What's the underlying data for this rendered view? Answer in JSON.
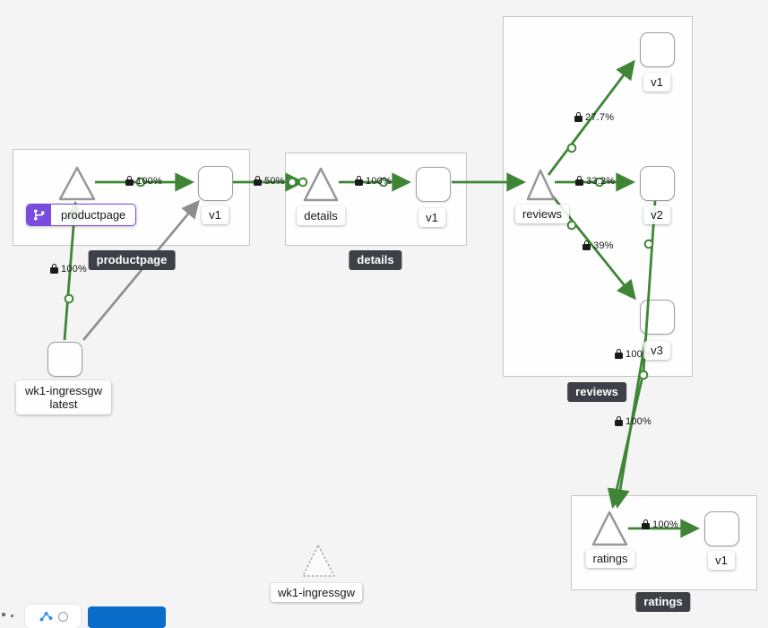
{
  "graph": {
    "groups": {
      "productpage": {
        "badge": "productpage"
      },
      "details": {
        "badge": "details"
      },
      "reviews": {
        "badge": "reviews"
      },
      "ratings": {
        "badge": "ratings"
      }
    },
    "nodes": {
      "productpage_service": {
        "label": "productpage"
      },
      "productpage_v1": {
        "label": "v1"
      },
      "details_service": {
        "label": "details"
      },
      "details_v1": {
        "label": "v1"
      },
      "reviews_service": {
        "label": "reviews"
      },
      "reviews_v1": {
        "label": "v1"
      },
      "reviews_v2": {
        "label": "v2"
      },
      "reviews_v3": {
        "label": "v3"
      },
      "ratings_service": {
        "label": "ratings"
      },
      "ratings_v1": {
        "label": "v1"
      },
      "ingress_workload": {
        "line1": "wk1-ingressgw",
        "line2": "latest"
      },
      "ingress_idle": {
        "label": "wk1-ingressgw"
      }
    },
    "edge_labels": {
      "ingress_to_productpage": "100%",
      "productpage_to_v1": "100%",
      "productpage_v1_to_details": "50%",
      "details_to_v1": "100%",
      "reviews_to_v1": "27.7%",
      "reviews_to_v2": "33.2%",
      "reviews_to_v3": "39%",
      "reviews_v2_to_ratings": "100%",
      "reviews_v3_to_ratings": "100%",
      "ratings_to_v1": "100%"
    }
  },
  "icons": {
    "virtual_service_badge": "code-branch-icon",
    "edge_security": "lock-icon",
    "toolbar_graph": "share-nodes-icon"
  },
  "colors": {
    "edge_traffic": "#3e8635",
    "edge_idle": "#8d8d8d",
    "virtual_service_accent": "#7a4bdf",
    "group_badge_bg": "#3d4046",
    "primary_button": "#0a6cc9"
  }
}
